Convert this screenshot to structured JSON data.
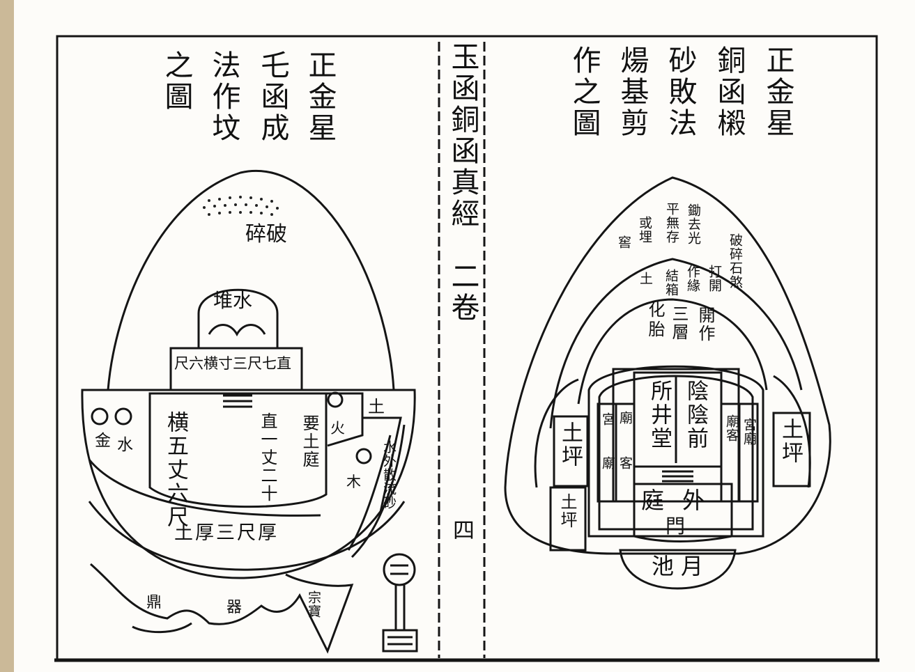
{
  "center_column": {
    "title": "玉函銅函真經",
    "volume": "二卷",
    "page_number": "四"
  },
  "left_figure": {
    "caption_columns": [
      "正金星",
      "乇函成",
      "法作坟",
      "之圖"
    ],
    "top_label": "破碎",
    "water_mound": "水堆",
    "width_label": "直七尺三寸横六尺",
    "chamber_labels": [
      "横五丈六尺",
      "直一丈二十",
      "要土庭"
    ],
    "side_markers": [
      "金",
      "水",
      "火",
      "木",
      "土"
    ],
    "right_band": "水外散流砂",
    "lower_band": "土厚三尺厚",
    "bottom_labels": [
      "鼎",
      "器",
      "宗寶"
    ]
  },
  "right_figure": {
    "caption_columns": [
      "正金星",
      "銅函樧",
      "砂敗法",
      "煬基剪",
      "作之圖"
    ],
    "outer_label": "破碎石煞",
    "outer_columns": [
      "鋤去光",
      "平無存",
      "或埋",
      "窖"
    ],
    "second_layer_columns": [
      "打開",
      "作緣",
      "結箱",
      "土"
    ],
    "third_layer_columns": [
      "開作",
      "三層",
      "化",
      "胎"
    ],
    "inner_columns": [
      "陰陰前",
      "所井堂"
    ],
    "left_side_labels": [
      "廟",
      "客",
      "宮",
      "廟"
    ],
    "right_side_labels": [
      "廟客",
      "宮廟"
    ],
    "flat_labels": [
      "土坪",
      "土坪",
      "土坪"
    ],
    "outer_court": "外庭",
    "gate": "門",
    "moon_pool": "月池"
  }
}
